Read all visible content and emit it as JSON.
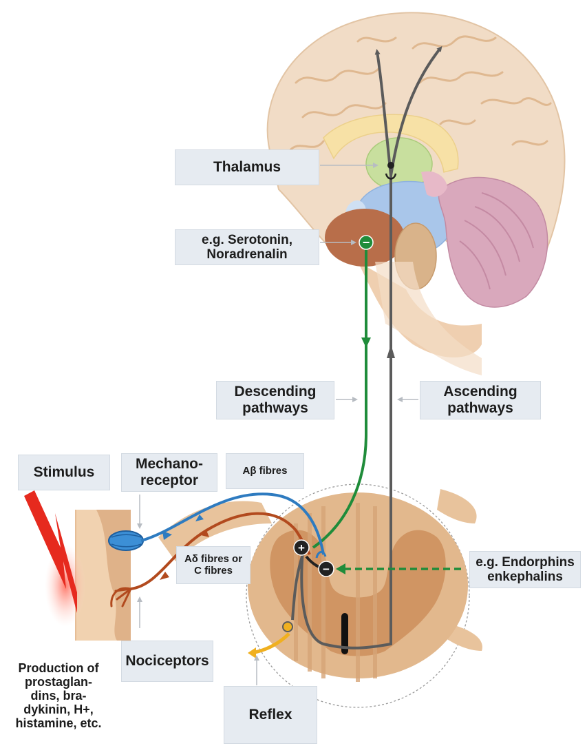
{
  "labels": {
    "thalamus": "Thalamus",
    "serotonin": "e.g. Serotonin,\nNoradrenalin",
    "descending": "Descending\npathways",
    "ascending": "Ascending\npathways",
    "stimulus": "Stimulus",
    "mechanoreceptor": "Mechano-\nreceptor",
    "ab_fibres": "Aβ fibres",
    "ad_fibres": "Aδ fibres or\nC fibres",
    "endorphins": "e.g. Endorphins\nenkephalins",
    "production": "Production of\nprostaglan-\ndins, bra-\ndykinin, H+,\nhistamine, etc.",
    "nociceptors": "Nociceptors",
    "reflex": "Reflex"
  },
  "synapse_signs": {
    "inhibitory": "−",
    "excitatory": "+"
  },
  "colors": {
    "brain_cortex": "#f1dcc6",
    "thalamus": "#c8df9e",
    "midbrain_blue": "#a9c6ea",
    "cerebellum": "#d9a8bc",
    "brainstem": "#b86e4a",
    "spinal_cord": "#e2b88d",
    "ascending_path": "#5b5b5b",
    "descending_path": "#1f8c3a",
    "ab_fibre": "#2e7bc0",
    "ad_c_fibre": "#b24a1e",
    "reflex": "#f0b020",
    "stimulus": "#e62a1e",
    "label_box": "#e6ebf1"
  }
}
